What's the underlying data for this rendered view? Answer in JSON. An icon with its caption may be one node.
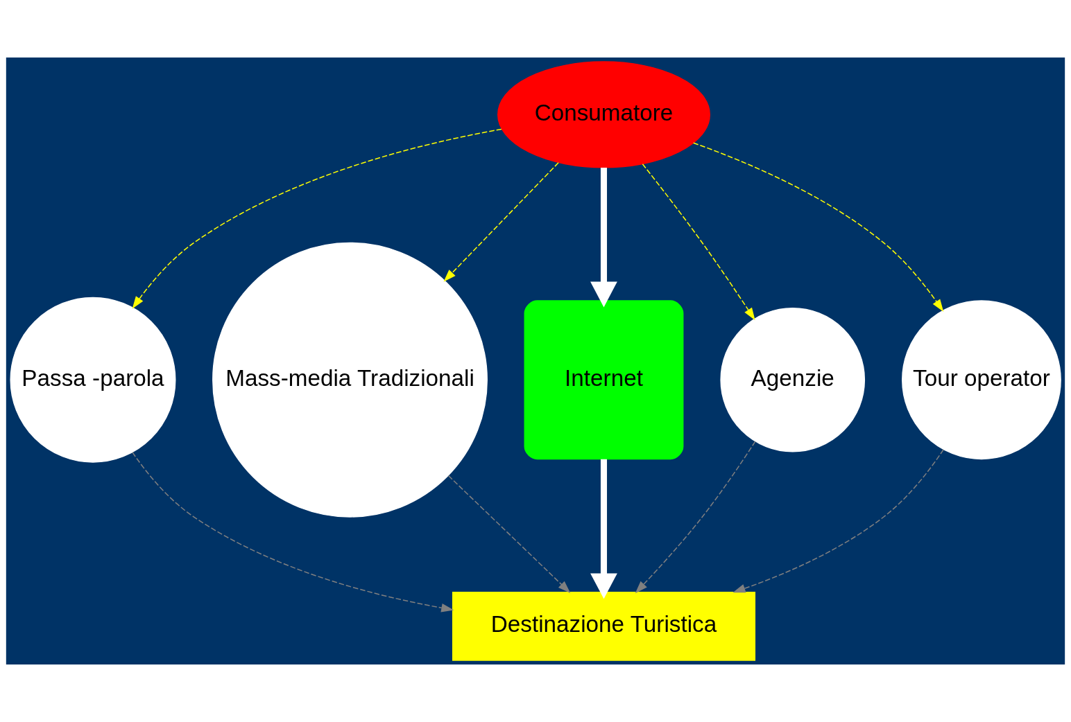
{
  "diagram": {
    "nodes": [
      {
        "text": [
          "Consumatore"
        ]
      },
      {
        "text": [
          "Passa -parola"
        ]
      },
      {
        "text": [
          "Mass-media Tradizionali"
        ]
      },
      {
        "text": [
          "Internet"
        ]
      },
      {
        "text": [
          "Agenzie"
        ]
      },
      {
        "text": [
          "Tour operator"
        ]
      },
      {
        "text": [
          "Destinazione Turistica"
        ]
      }
    ],
    "edges": [
      {
        "from": 0,
        "to": 1,
        "arrow": "to",
        "style": "dashed",
        "color": "#ffff00"
      },
      {
        "from": 0,
        "to": 2,
        "arrow": "to",
        "style": "dashed",
        "color": "#ffff00"
      },
      {
        "from": 0,
        "to": 3,
        "arrow": "to",
        "style": "thick",
        "color": "#ffffff"
      },
      {
        "from": 0,
        "to": 4,
        "arrow": "to",
        "style": "dashed",
        "color": "#ffff00"
      },
      {
        "from": 0,
        "to": 5,
        "arrow": "to",
        "style": "dashed",
        "color": "#ffff00"
      },
      {
        "from": 1,
        "to": 6,
        "arrow": "to",
        "style": "dashed",
        "color": "#808080"
      },
      {
        "from": 2,
        "to": 6,
        "arrow": "to",
        "style": "dashed",
        "color": "#808080"
      },
      {
        "from": 3,
        "to": 6,
        "arrow": "to",
        "style": "thick",
        "color": "#ffffff"
      },
      {
        "from": 4,
        "to": 6,
        "arrow": "to",
        "style": "dashed",
        "color": "#808080"
      },
      {
        "from": 5,
        "to": 6,
        "arrow": "to",
        "style": "dashed",
        "color": "#808080"
      }
    ]
  }
}
